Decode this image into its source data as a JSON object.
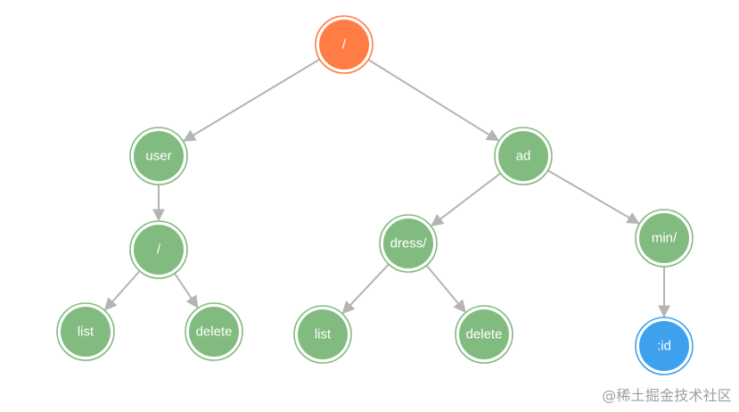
{
  "diagram": {
    "nodes": [
      {
        "id": "root",
        "label": "/",
        "kind": "root"
      },
      {
        "id": "user",
        "label": "user",
        "kind": "normal"
      },
      {
        "id": "user_slash",
        "label": "/",
        "kind": "normal"
      },
      {
        "id": "user_list",
        "label": "list",
        "kind": "normal"
      },
      {
        "id": "user_delete",
        "label": "delete",
        "kind": "normal"
      },
      {
        "id": "ad",
        "label": "ad",
        "kind": "normal"
      },
      {
        "id": "dress",
        "label": "dress/",
        "kind": "normal"
      },
      {
        "id": "dress_list",
        "label": "list",
        "kind": "normal"
      },
      {
        "id": "dress_delete",
        "label": "delete",
        "kind": "normal"
      },
      {
        "id": "min",
        "label": "min/",
        "kind": "normal"
      },
      {
        "id": "id",
        "label": ":id",
        "kind": "param"
      }
    ],
    "edges": [
      [
        "root",
        "user"
      ],
      [
        "root",
        "ad"
      ],
      [
        "user",
        "user_slash"
      ],
      [
        "user_slash",
        "user_list"
      ],
      [
        "user_slash",
        "user_delete"
      ],
      [
        "ad",
        "dress"
      ],
      [
        "ad",
        "min"
      ],
      [
        "dress",
        "dress_list"
      ],
      [
        "dress",
        "dress_delete"
      ],
      [
        "min",
        "id"
      ]
    ],
    "colors": {
      "root": "#ff7d45",
      "normal": "#82bb7f",
      "param": "#3ea1ed",
      "edge": "#b4b4b4"
    }
  },
  "watermark": "@稀土掘金技术社区"
}
